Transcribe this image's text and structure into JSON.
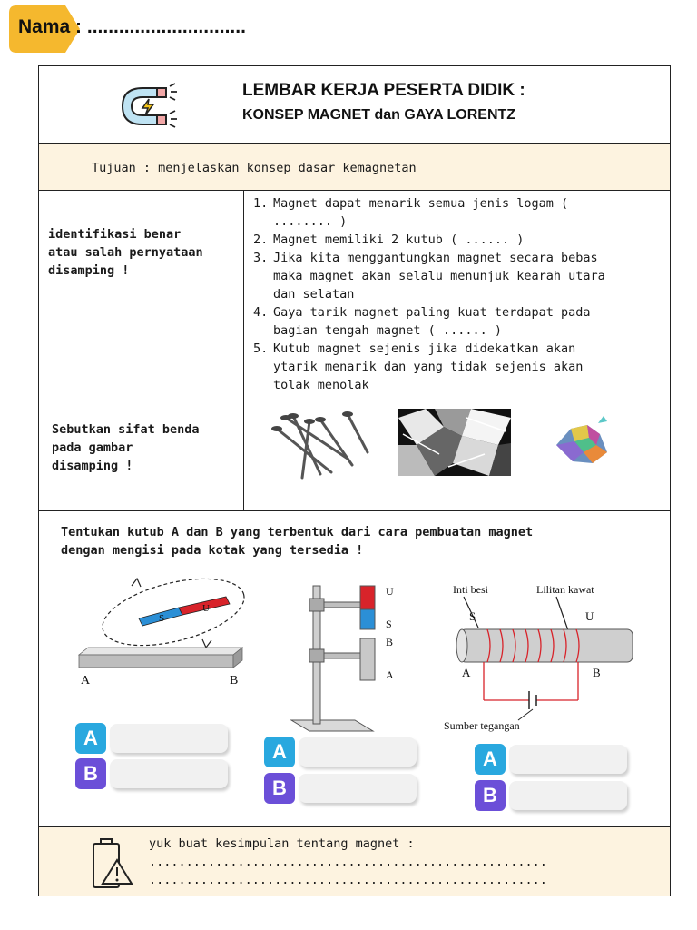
{
  "header": {
    "name_label": "Nama :",
    "name_dots": "..............................",
    "tag_color": "#f5b82e"
  },
  "sheet": {
    "title": "LEMBAR KERJA PESERTA DIDIK :",
    "subtitle": "KONSEP MAGNET dan GAYA LORENTZ",
    "logo_icon": "horseshoe-magnet-icon"
  },
  "goal": {
    "text": "Tujuan : menjelaskan konsep dasar kemagnetan"
  },
  "identify": {
    "instruction": [
      "identifikasi benar",
      "atau salah pernyataan",
      "disamping !"
    ],
    "statements": [
      {
        "num": "1.",
        "lines": [
          "Magnet dapat menarik semua jenis logam  (",
          "........ )"
        ]
      },
      {
        "num": "2.",
        "lines": [
          "Magnet memiliki 2 kutub ( ...... )"
        ]
      },
      {
        "num": "3.",
        "lines": [
          "Jika kita menggantungkan magnet secara bebas",
          "maka magnet akan selalu menunjuk kearah utara",
          "dan selatan"
        ]
      },
      {
        "num": "4.",
        "lines": [
          "Gaya tarik magnet paling kuat terdapat pada",
          "bagian tengah magnet ( ...... )"
        ]
      },
      {
        "num": "5.",
        "lines": [
          "Kutub magnet sejenis jika didekatkan akan",
          "ytarik menarik dan yang tidak sejenis akan",
          "tolak menolak"
        ]
      }
    ]
  },
  "properties": {
    "instruction": [
      "Sebutkan sifat benda",
      "pada gambar",
      "disamping !"
    ],
    "images": [
      "iron-nails-image",
      "aluminium-foil-image",
      "bismuth-crystal-image"
    ]
  },
  "poles": {
    "instruction": [
      "Tentukan kutub A dan B yang terbentuk dari cara pembuatan magnet",
      "dengan mengisi pada kotak yang tersedia !"
    ],
    "fig1": {
      "bar_a": "A",
      "bar_b": "B",
      "magnet_s": "S",
      "magnet_u": "U"
    },
    "fig2": {
      "top_u": "U",
      "top_s": "S",
      "bottom_b": "B",
      "bottom_a": "A"
    },
    "fig3": {
      "core_label": "Inti besi",
      "coil_label": "Lilitan kawat",
      "s": "S",
      "u": "U",
      "a": "A",
      "b": "B",
      "source_label": "Sumber tegangan"
    },
    "badge_a": "A",
    "badge_b": "B",
    "colors": {
      "a": "#29a8df",
      "b": "#6b4fd8",
      "north": "#d8232a",
      "south": "#2b8fd6"
    }
  },
  "conclusion": {
    "text": "yuk buat kesimpulan tentang magnet :",
    "dots1": "......................................................",
    "dots2": "......................................................",
    "icon": "battery-warning-icon"
  }
}
